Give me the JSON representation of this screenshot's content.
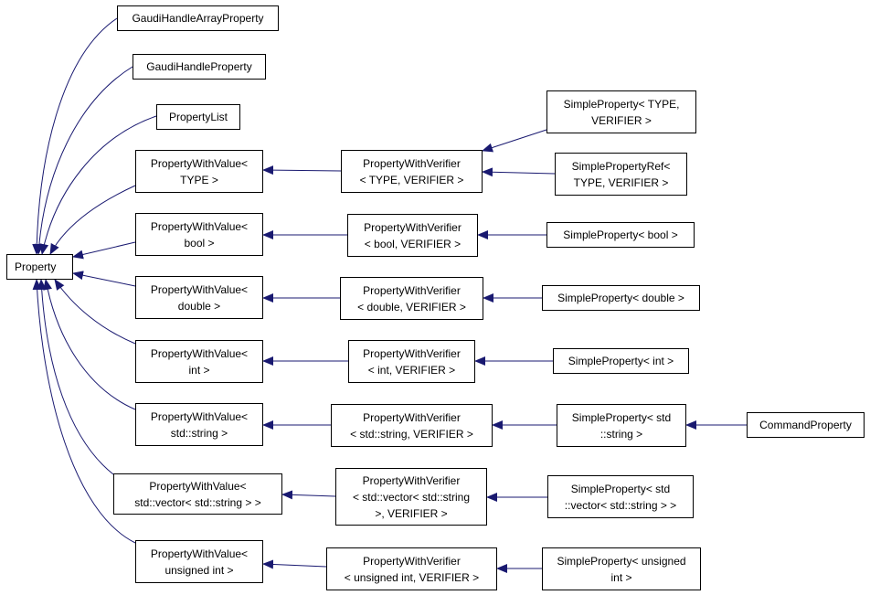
{
  "colors": {
    "edge": "#191970",
    "node_border": "#000000",
    "node_fill": "#ffffff",
    "text": "#000000"
  },
  "nodes": {
    "property": "Property",
    "gaudi_array": "GaudiHandleArrayProperty",
    "gaudi_handle": "GaudiHandleProperty",
    "property_list": "PropertyList",
    "pwv_type": "PropertyWithValue<\nTYPE >",
    "pwv_bool": "PropertyWithValue<\nbool >",
    "pwv_double": "PropertyWithValue<\ndouble >",
    "pwv_int": "PropertyWithValue<\nint >",
    "pwv_string": "PropertyWithValue<\nstd::string >",
    "pwv_vector": "PropertyWithValue<\nstd::vector< std::string > >",
    "pwv_uint": "PropertyWithValue<\nunsigned int >",
    "pwver_type": "PropertyWithVerifier\n< TYPE, VERIFIER >",
    "pwver_bool": "PropertyWithVerifier\n< bool, VERIFIER >",
    "pwver_double": "PropertyWithVerifier\n< double, VERIFIER >",
    "pwver_int": "PropertyWithVerifier\n< int, VERIFIER >",
    "pwver_string": "PropertyWithVerifier\n< std::string, VERIFIER >",
    "pwver_vector": "PropertyWithVerifier\n< std::vector< std::string\n>, VERIFIER >",
    "pwver_uint": "PropertyWithVerifier\n< unsigned int, VERIFIER >",
    "sp_type": "SimpleProperty< TYPE,\nVERIFIER >",
    "spref_type": "SimplePropertyRef<\nTYPE, VERIFIER >",
    "sp_bool": "SimpleProperty< bool >",
    "sp_double": "SimpleProperty< double >",
    "sp_int": "SimpleProperty< int >",
    "sp_string": "SimpleProperty< std\n::string >",
    "sp_vector": "SimpleProperty< std\n::vector< std::string > >",
    "sp_uint": "SimpleProperty< unsigned\nint >",
    "command_property": "CommandProperty"
  }
}
